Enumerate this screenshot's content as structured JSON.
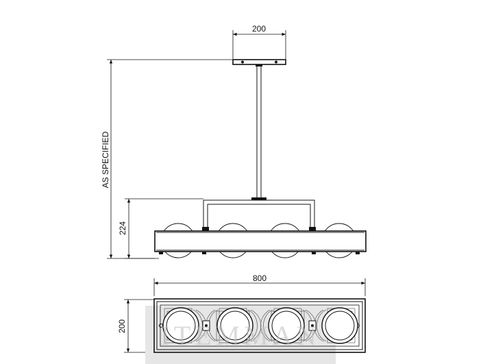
{
  "dimensions": {
    "mount_width": "200",
    "overall_height": "AS SPECIFIED",
    "body_height": "224",
    "body_length": "800",
    "body_depth": "200"
  },
  "watermark": {
    "text": "ITEMMAN",
    "color": "#bdbdbd"
  },
  "colors": {
    "line": "#111111",
    "background": "#ffffff"
  }
}
